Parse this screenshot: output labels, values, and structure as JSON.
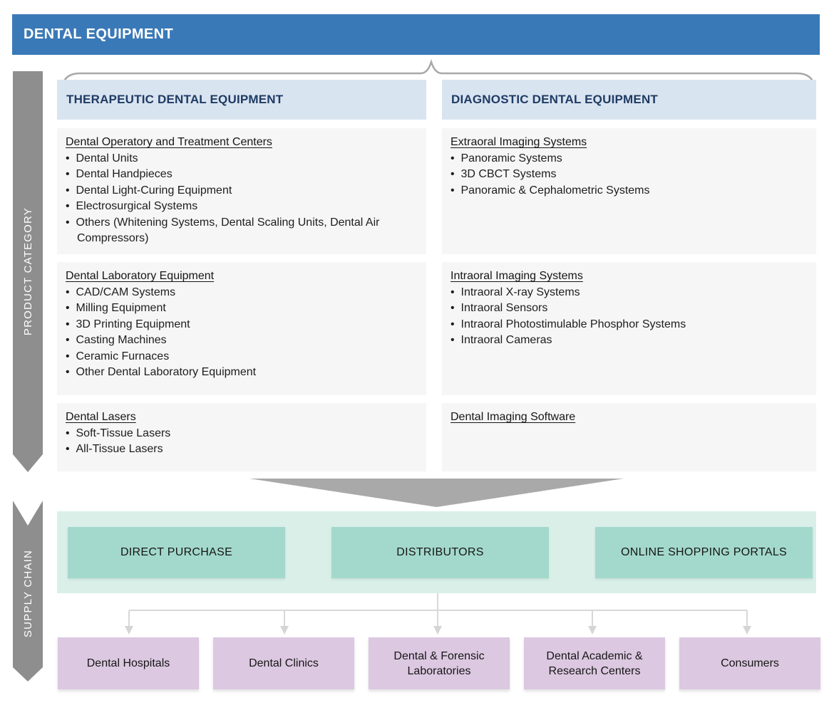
{
  "title_bar": {
    "title": "DENTAL EQUIPMENT"
  },
  "side_ribbons": {
    "product_category": "PRODUCT CATEGORY",
    "supply_chain": "SUPPLY CHAIN"
  },
  "product_category": {
    "columns": [
      {
        "header": "THERAPEUTIC DENTAL EQUIPMENT",
        "boxes": [
          {
            "heading": "Dental Operatory and Treatment Centers",
            "items": [
              "Dental Units",
              "Dental Handpieces",
              "Dental Light-Curing Equipment",
              "Electrosurgical Systems",
              "Others (Whitening Systems, Dental Scaling Units, Dental Air Compressors)"
            ]
          },
          {
            "heading": "Dental Laboratory Equipment",
            "items": [
              "CAD/CAM Systems",
              "Milling Equipment",
              "3D Printing Equipment",
              "Casting Machines",
              "Ceramic Furnaces",
              "Other Dental Laboratory Equipment"
            ]
          },
          {
            "heading": "Dental Lasers",
            "items": [
              "Soft-Tissue Lasers",
              "All-Tissue Lasers"
            ]
          }
        ]
      },
      {
        "header": "DIAGNOSTIC DENTAL EQUIPMENT",
        "boxes": [
          {
            "heading": "Extraoral Imaging Systems",
            "items": [
              "Panoramic Systems",
              "3D CBCT Systems",
              "Panoramic & Cephalometric Systems"
            ]
          },
          {
            "heading": "Intraoral Imaging Systems",
            "items": [
              "Intraoral X-ray Systems",
              "Intraoral Sensors",
              "Intraoral Photostimulable Phosphor Systems",
              "Intraoral Cameras"
            ]
          },
          {
            "heading": "Dental Imaging Software",
            "items": []
          }
        ]
      }
    ]
  },
  "supply_chain": {
    "channels": [
      "DIRECT PURCHASE",
      "DISTRIBUTORS",
      "ONLINE SHOPPING PORTALS"
    ],
    "end_users": [
      "Dental Hospitals",
      "Dental Clinics",
      "Dental & Forensic Laboratories",
      "Dental Academic & Research Centers",
      "Consumers"
    ]
  },
  "colors": {
    "header_blue": "#3A79B7",
    "column_header_bg": "#D9E4F1",
    "column_header_text": "#1F3B63",
    "box_bg": "#F6F6F6",
    "ribbon_gray": "#8E8E8E",
    "brace_gray": "#A8A8A8",
    "arrow_gray": "#A9A9A9",
    "mint_band": "#D9EFE8",
    "teal_box": "#A3D9CC",
    "purple_box": "#DCC8E1",
    "connector_gray": "#D8D8D8"
  }
}
